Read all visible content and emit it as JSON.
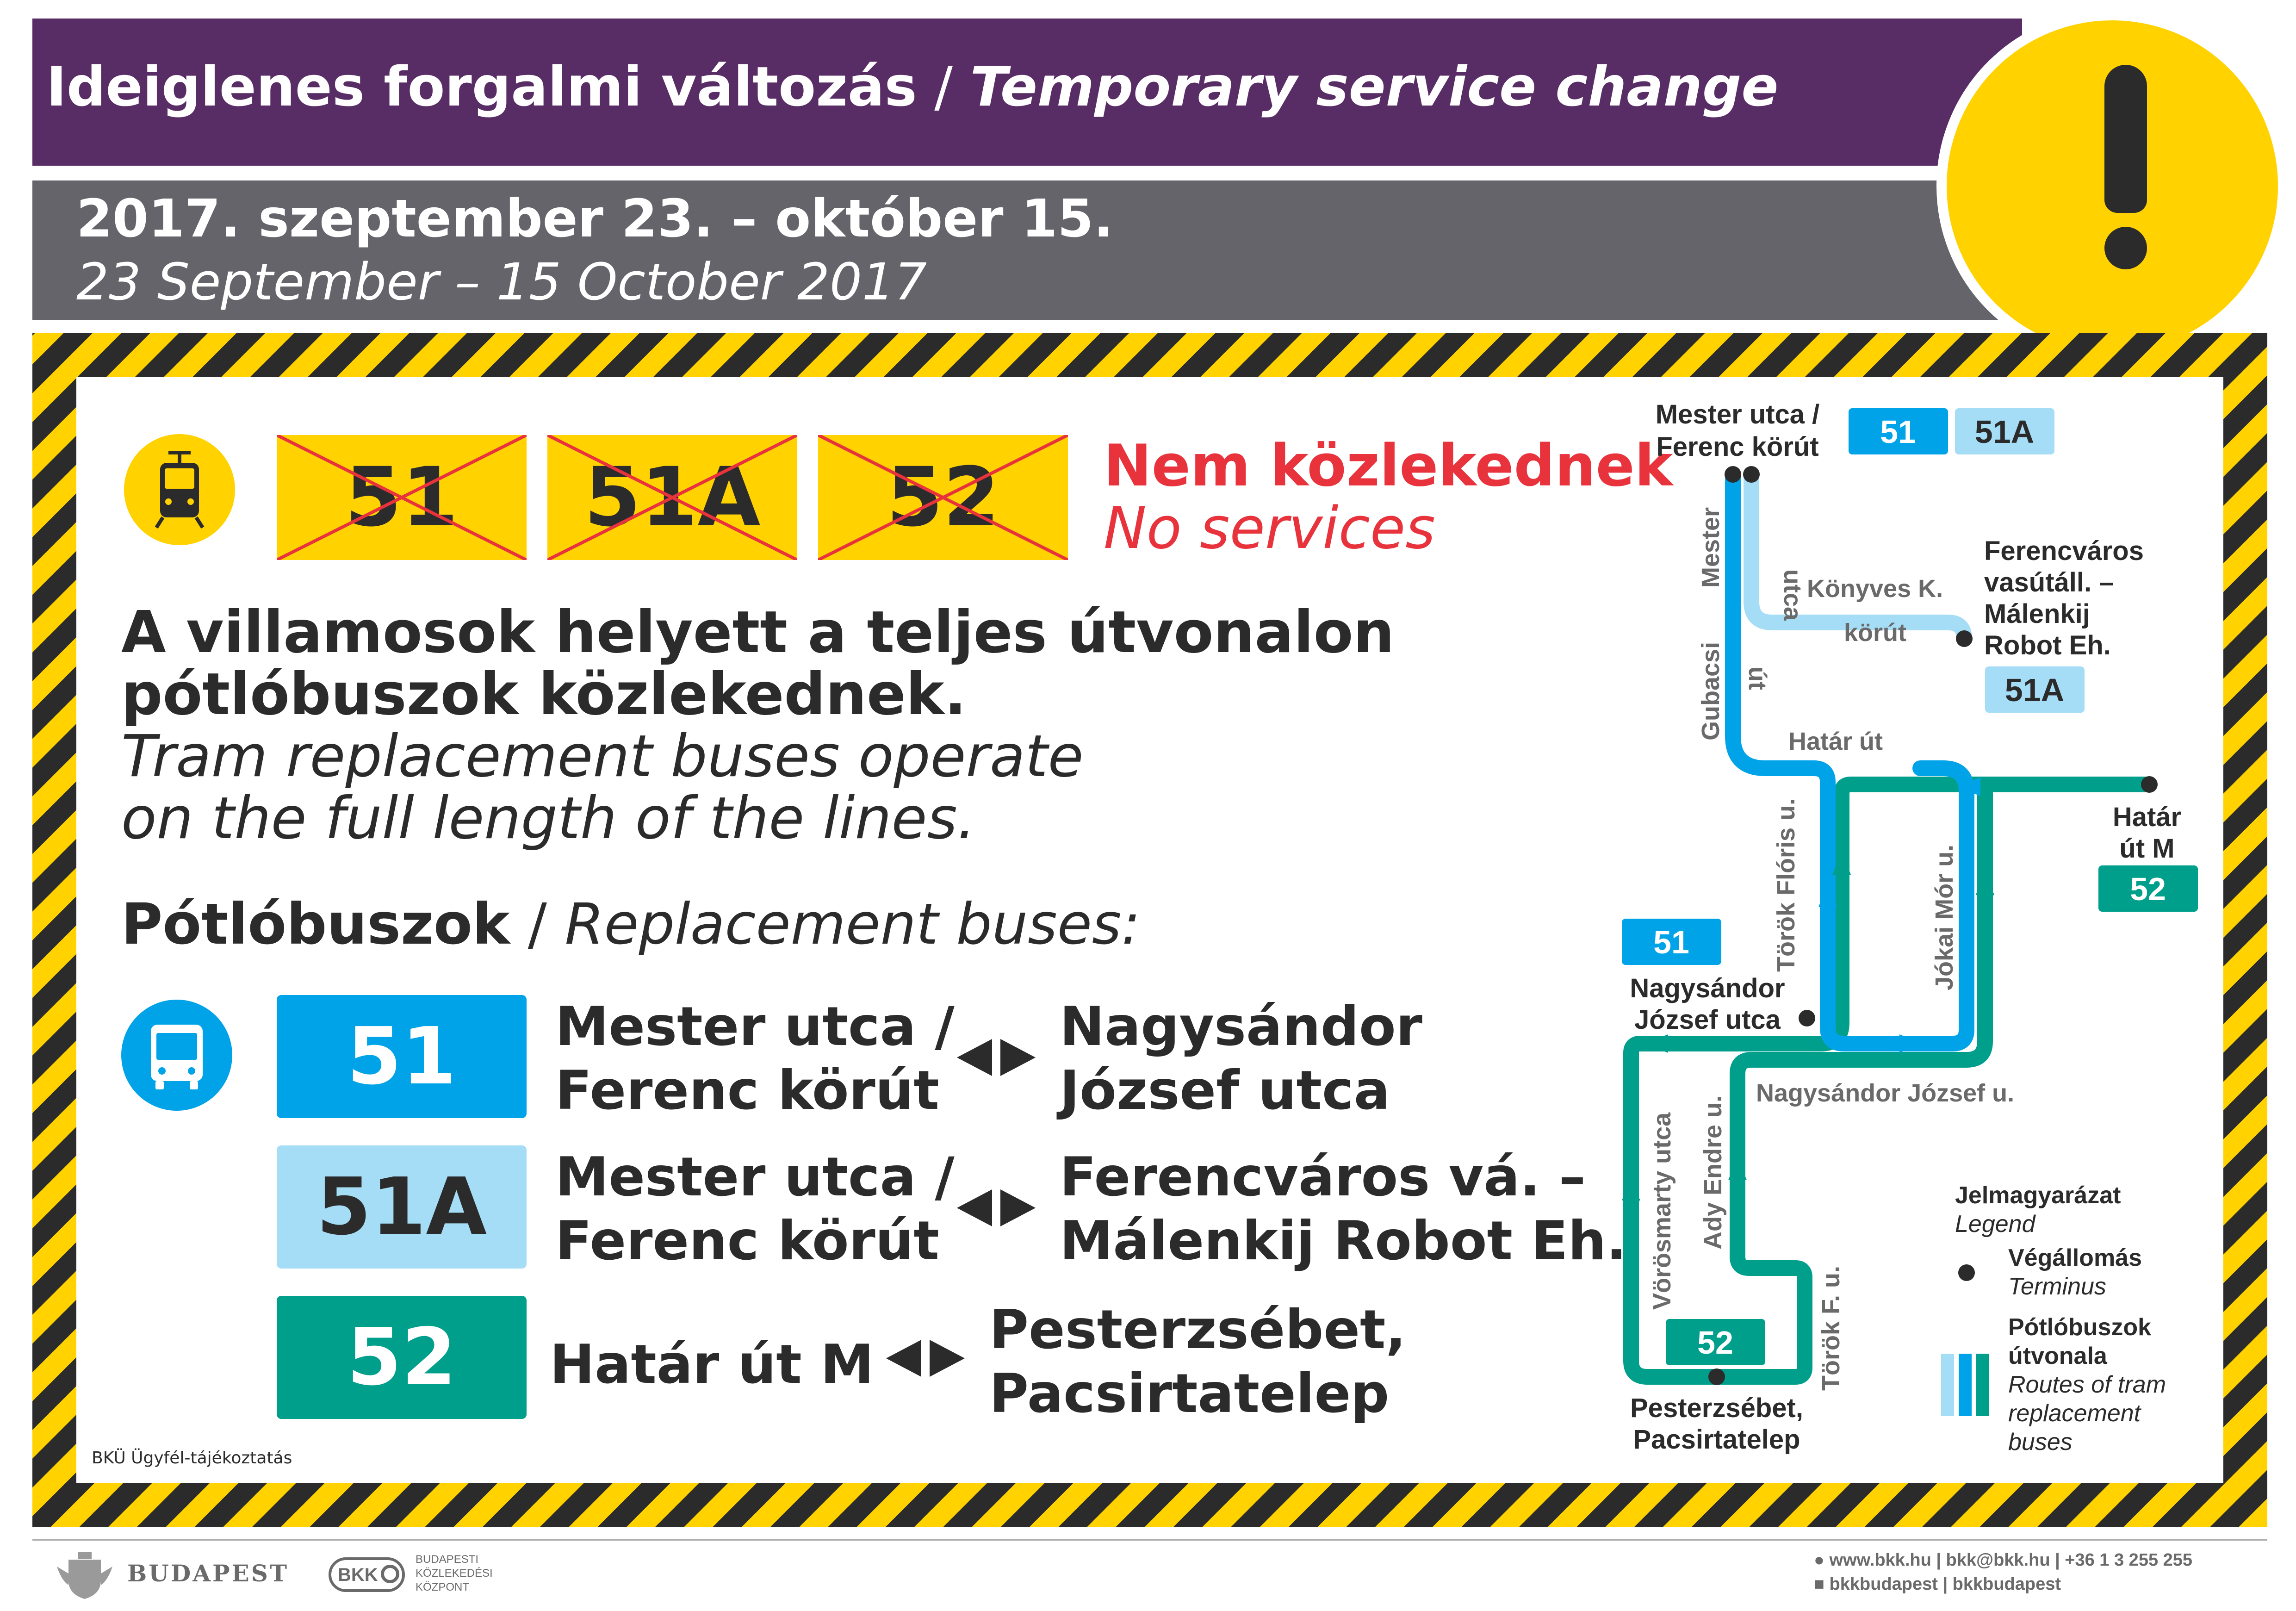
{
  "header": {
    "title_hu": "Ideiglenes forgalmi változás",
    "separator": " / ",
    "title_en": "Temporary service change",
    "date_hu": "2017. szeptember 23. – október 15.",
    "date_en": "23 September – 15 October 2017"
  },
  "suspended": {
    "lines": [
      "51",
      "51A",
      "52"
    ],
    "status_hu": "Nem közlekednek",
    "status_en": "No services"
  },
  "notice": {
    "hu_line1": "A villamosok helyett a teljes útvonalon",
    "hu_line2": "pótlóbuszok közlekednek.",
    "en_line1": "Tram replacement buses operate",
    "en_line2": "on the full length of the lines."
  },
  "replacement": {
    "heading_hu": "Pótlóbuszok",
    "heading_sep": " / ",
    "heading_en": "Replacement buses:",
    "routes": [
      {
        "number": "51",
        "from_1": "Mester utca /",
        "from_2": "Ferenc körút",
        "to_1": "Nagysándor",
        "to_2": "József utca"
      },
      {
        "number": "51A",
        "from_1": "Mester utca /",
        "from_2": "Ferenc körút",
        "to_1": "Ferencváros vá. –",
        "to_2": "Málenkij Robot Eh."
      },
      {
        "number": "52",
        "from_1": "Határ út M",
        "from_2": "",
        "to_1": "Pesterzsébet,",
        "to_2": "Pacsirtatelep"
      }
    ]
  },
  "map": {
    "stop_mester_1": "Mester utca /",
    "stop_mester_2": "Ferenc körút",
    "badge_51": "51",
    "badge_51a": "51A",
    "badge_52": "52",
    "stop_ferencvaros_1": "Ferencváros",
    "stop_ferencvaros_2": "vasútáll. –",
    "stop_ferencvaros_3": "Málenkij",
    "stop_ferencvaros_4": "Robot Eh.",
    "stop_hatar_1": "Határ",
    "stop_hatar_2": "út M",
    "stop_nagysandor_1": "Nagysándor",
    "stop_nagysandor_2": "József utca",
    "stop_pesterzsebet_1": "Pesterzsébet,",
    "stop_pesterzsebet_2": "Pacsirtatelep",
    "street_mester": "Mester",
    "street_utca": "utca",
    "street_gubacsi": "Gubacsi",
    "street_ut": "út",
    "street_konyves": "Könyves K.",
    "street_korut": "körút",
    "street_hatar_ut": "Határ út",
    "street_torok_floris": "Török Flóris u.",
    "street_jokai": "Jókai Mór u.",
    "street_nagysandor": "Nagysándor József u.",
    "street_vorosmarty": "Vörösmarty utca",
    "street_ady": "Ady Endre u.",
    "street_torok_f": "Török F. u.",
    "legend_title": "Jelmagyarázat",
    "legend_title_en": "Legend",
    "legend_terminus_hu": "Végállomás",
    "legend_terminus_en": "Terminus",
    "legend_routes_hu_1": "Pótlóbuszok",
    "legend_routes_hu_2": "útvonala",
    "legend_routes_en_1": "Routes of tram",
    "legend_routes_en_2": "replacement",
    "legend_routes_en_3": "buses"
  },
  "colors": {
    "purple": "#582c64",
    "grey": "#64646a",
    "yellow": "#ffd200",
    "line51": "#00a3e8",
    "line51a": "#a6ddf6",
    "line52": "#009f8c",
    "red": "#e8323c"
  },
  "credit": "BKÜ Ügyfél-tájékoztatás",
  "footer": {
    "city": "BUDAPEST",
    "bkk": "BKK",
    "bkk_full_1": "BUDAPESTI",
    "bkk_full_2": "KÖZLEKEDÉSI",
    "bkk_full_3": "KÖZPONT",
    "contact_line1": "www.bkk.hu | bkk@bkk.hu | +36 1 3 255 255",
    "contact_line2": "bkkbudapest | bkkbudapest"
  }
}
